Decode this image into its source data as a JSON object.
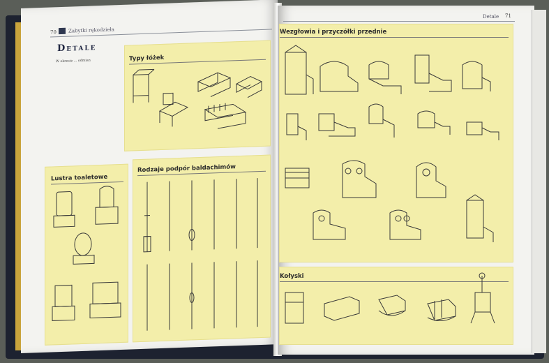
{
  "left_page": {
    "page_number": "70",
    "running_head": "Zabytki rękodzieła",
    "section_title": "Detale",
    "body_intro": "W okresie ... odmian",
    "panels": [
      {
        "title": "Typy łóżek"
      },
      {
        "title": "Lustra toaletowe"
      },
      {
        "title": "Rodzaje podpór baldachimów"
      }
    ]
  },
  "right_page": {
    "page_number": "71",
    "running_head": "Detale",
    "panels": [
      {
        "title": "Wezgłowia i przyczółki przednie"
      },
      {
        "title": "Kołyski"
      }
    ]
  },
  "colors": {
    "panel": "#f3eeaa",
    "title": "#1e2540",
    "page": "#f3f3f0",
    "cover": "#1d2230",
    "gold": "#c9a43c"
  }
}
